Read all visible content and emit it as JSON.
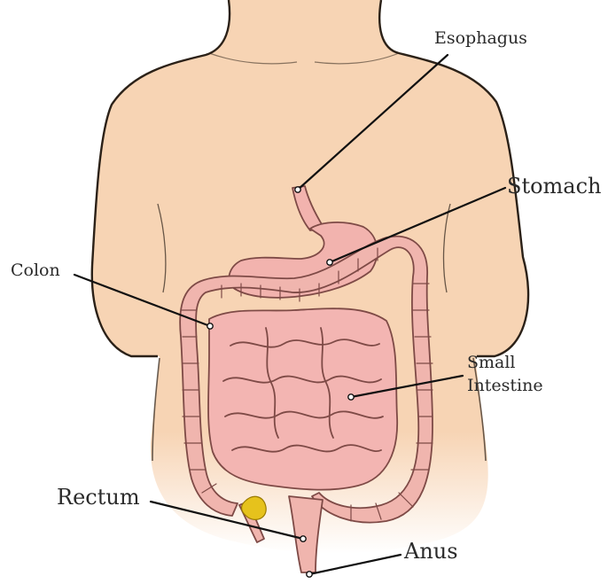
{
  "diagram": {
    "labels": {
      "esophagus": "Esophagus",
      "stomach": "Stomach",
      "colon": "Colon",
      "small_intestine_line1": "Small",
      "small_intestine_line2": "Intestine",
      "rectum": "Rectum",
      "anus": "Anus"
    },
    "colors": {
      "skin": "#f7d4b4",
      "skin_outline": "#2b2118",
      "organ_fill": "#f2b3ae",
      "organ_outline": "#7e4a46",
      "appendix_yellow": "#e6c21c",
      "leader_line": "#111111"
    }
  }
}
